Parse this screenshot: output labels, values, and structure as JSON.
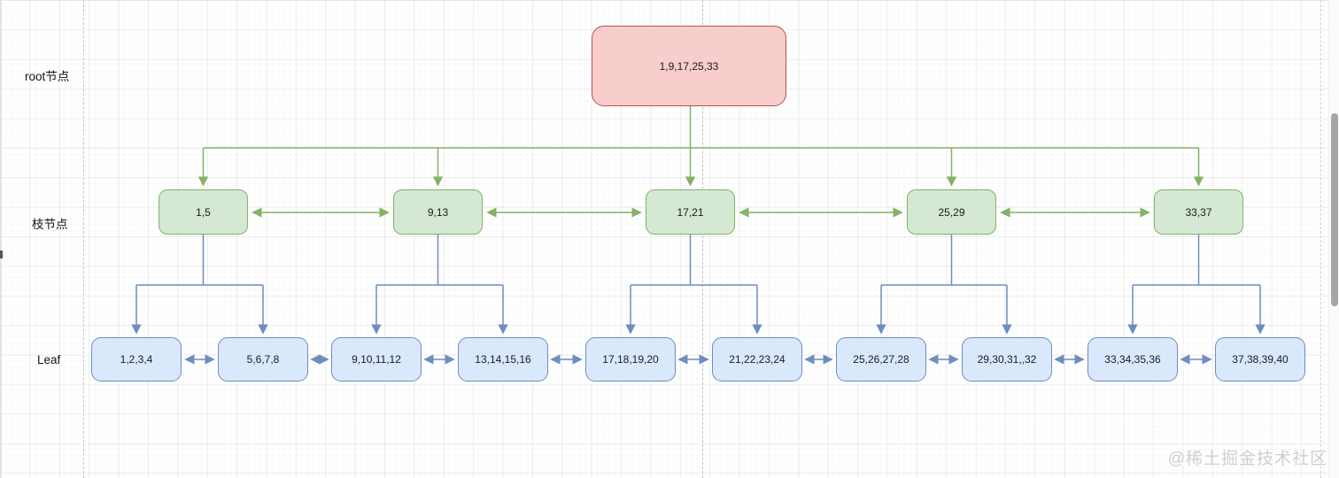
{
  "diagram": {
    "title_hint": "B+ tree structure diagram",
    "row_labels": {
      "root": "root节点",
      "branch": "枝节点",
      "leaf": "Leaf"
    },
    "root": {
      "label": "1,9,17,25,33"
    },
    "branches": [
      {
        "label": "1,5"
      },
      {
        "label": "9,13"
      },
      {
        "label": "17,21"
      },
      {
        "label": "25,29"
      },
      {
        "label": "33,37"
      }
    ],
    "leaves": [
      {
        "label": "1,2,3,4"
      },
      {
        "label": "5,6,7,8"
      },
      {
        "label": "9,10,11,12"
      },
      {
        "label": "13,14,15,16"
      },
      {
        "label": "17,18,19,20"
      },
      {
        "label": "21,22,23,24"
      },
      {
        "label": "25,26,27,28"
      },
      {
        "label": "29,30,31,,32"
      },
      {
        "label": "33,34,35,36"
      },
      {
        "label": "37,38,39,40"
      }
    ],
    "colors": {
      "root_fill": "#f8cecc",
      "root_border": "#b85450",
      "branch_fill": "#d5e8d4",
      "branch_border": "#82b366",
      "leaf_fill": "#dae8fc",
      "leaf_border": "#6c8ebf",
      "green_edge": "#82b366",
      "blue_edge": "#6c8ebf"
    }
  },
  "watermark": "@稀土掘金技术社区"
}
